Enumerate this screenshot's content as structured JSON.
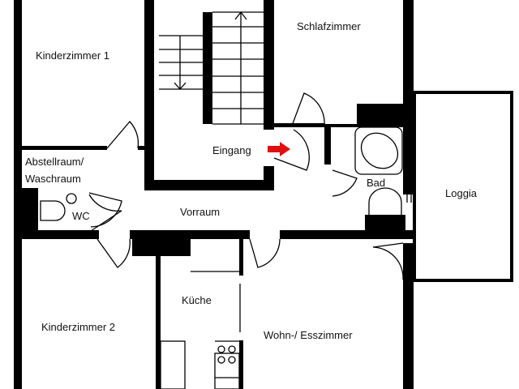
{
  "rooms": {
    "kinderzimmer1": "Kinderzimmer 1",
    "schlafzimmer": "Schlafzimmer",
    "eingang": "Eingang",
    "abstellraum_line1": "Abstellraum/",
    "abstellraum_line2": "Waschraum",
    "bad": "Bad",
    "loggia": "Loggia",
    "wc": "WC",
    "vorraum": "Vorraum",
    "kueche": "Küche",
    "kinderzimmer2": "Kinderzimmer 2",
    "wohnzimmer": "Wohn-/ Esszimmer"
  },
  "colors": {
    "wall": "#000000",
    "entrance_arrow": "#e01010"
  }
}
